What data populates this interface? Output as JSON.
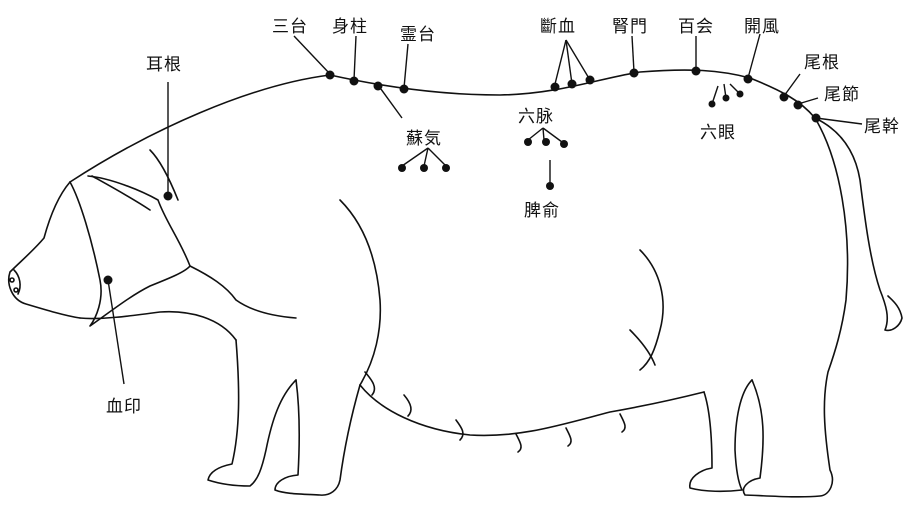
{
  "colors": {
    "ink": "#111111",
    "background": "#ffffff"
  },
  "labels": {
    "sandai": "三台",
    "shinchu": "身柱",
    "reidai": "霊台",
    "danketsu": "斷血",
    "jinmon": "腎門",
    "hyakue": "百会",
    "kaifu": "開風",
    "bikon": "尾根",
    "bisetsu": "尾節",
    "bikan": "尾幹",
    "jikon": "耳根",
    "soki": "蘇気",
    "rokumyaku": "六脉",
    "hiyu": "脾俞",
    "rokugan": "六眼",
    "ketsuin": "血印"
  }
}
